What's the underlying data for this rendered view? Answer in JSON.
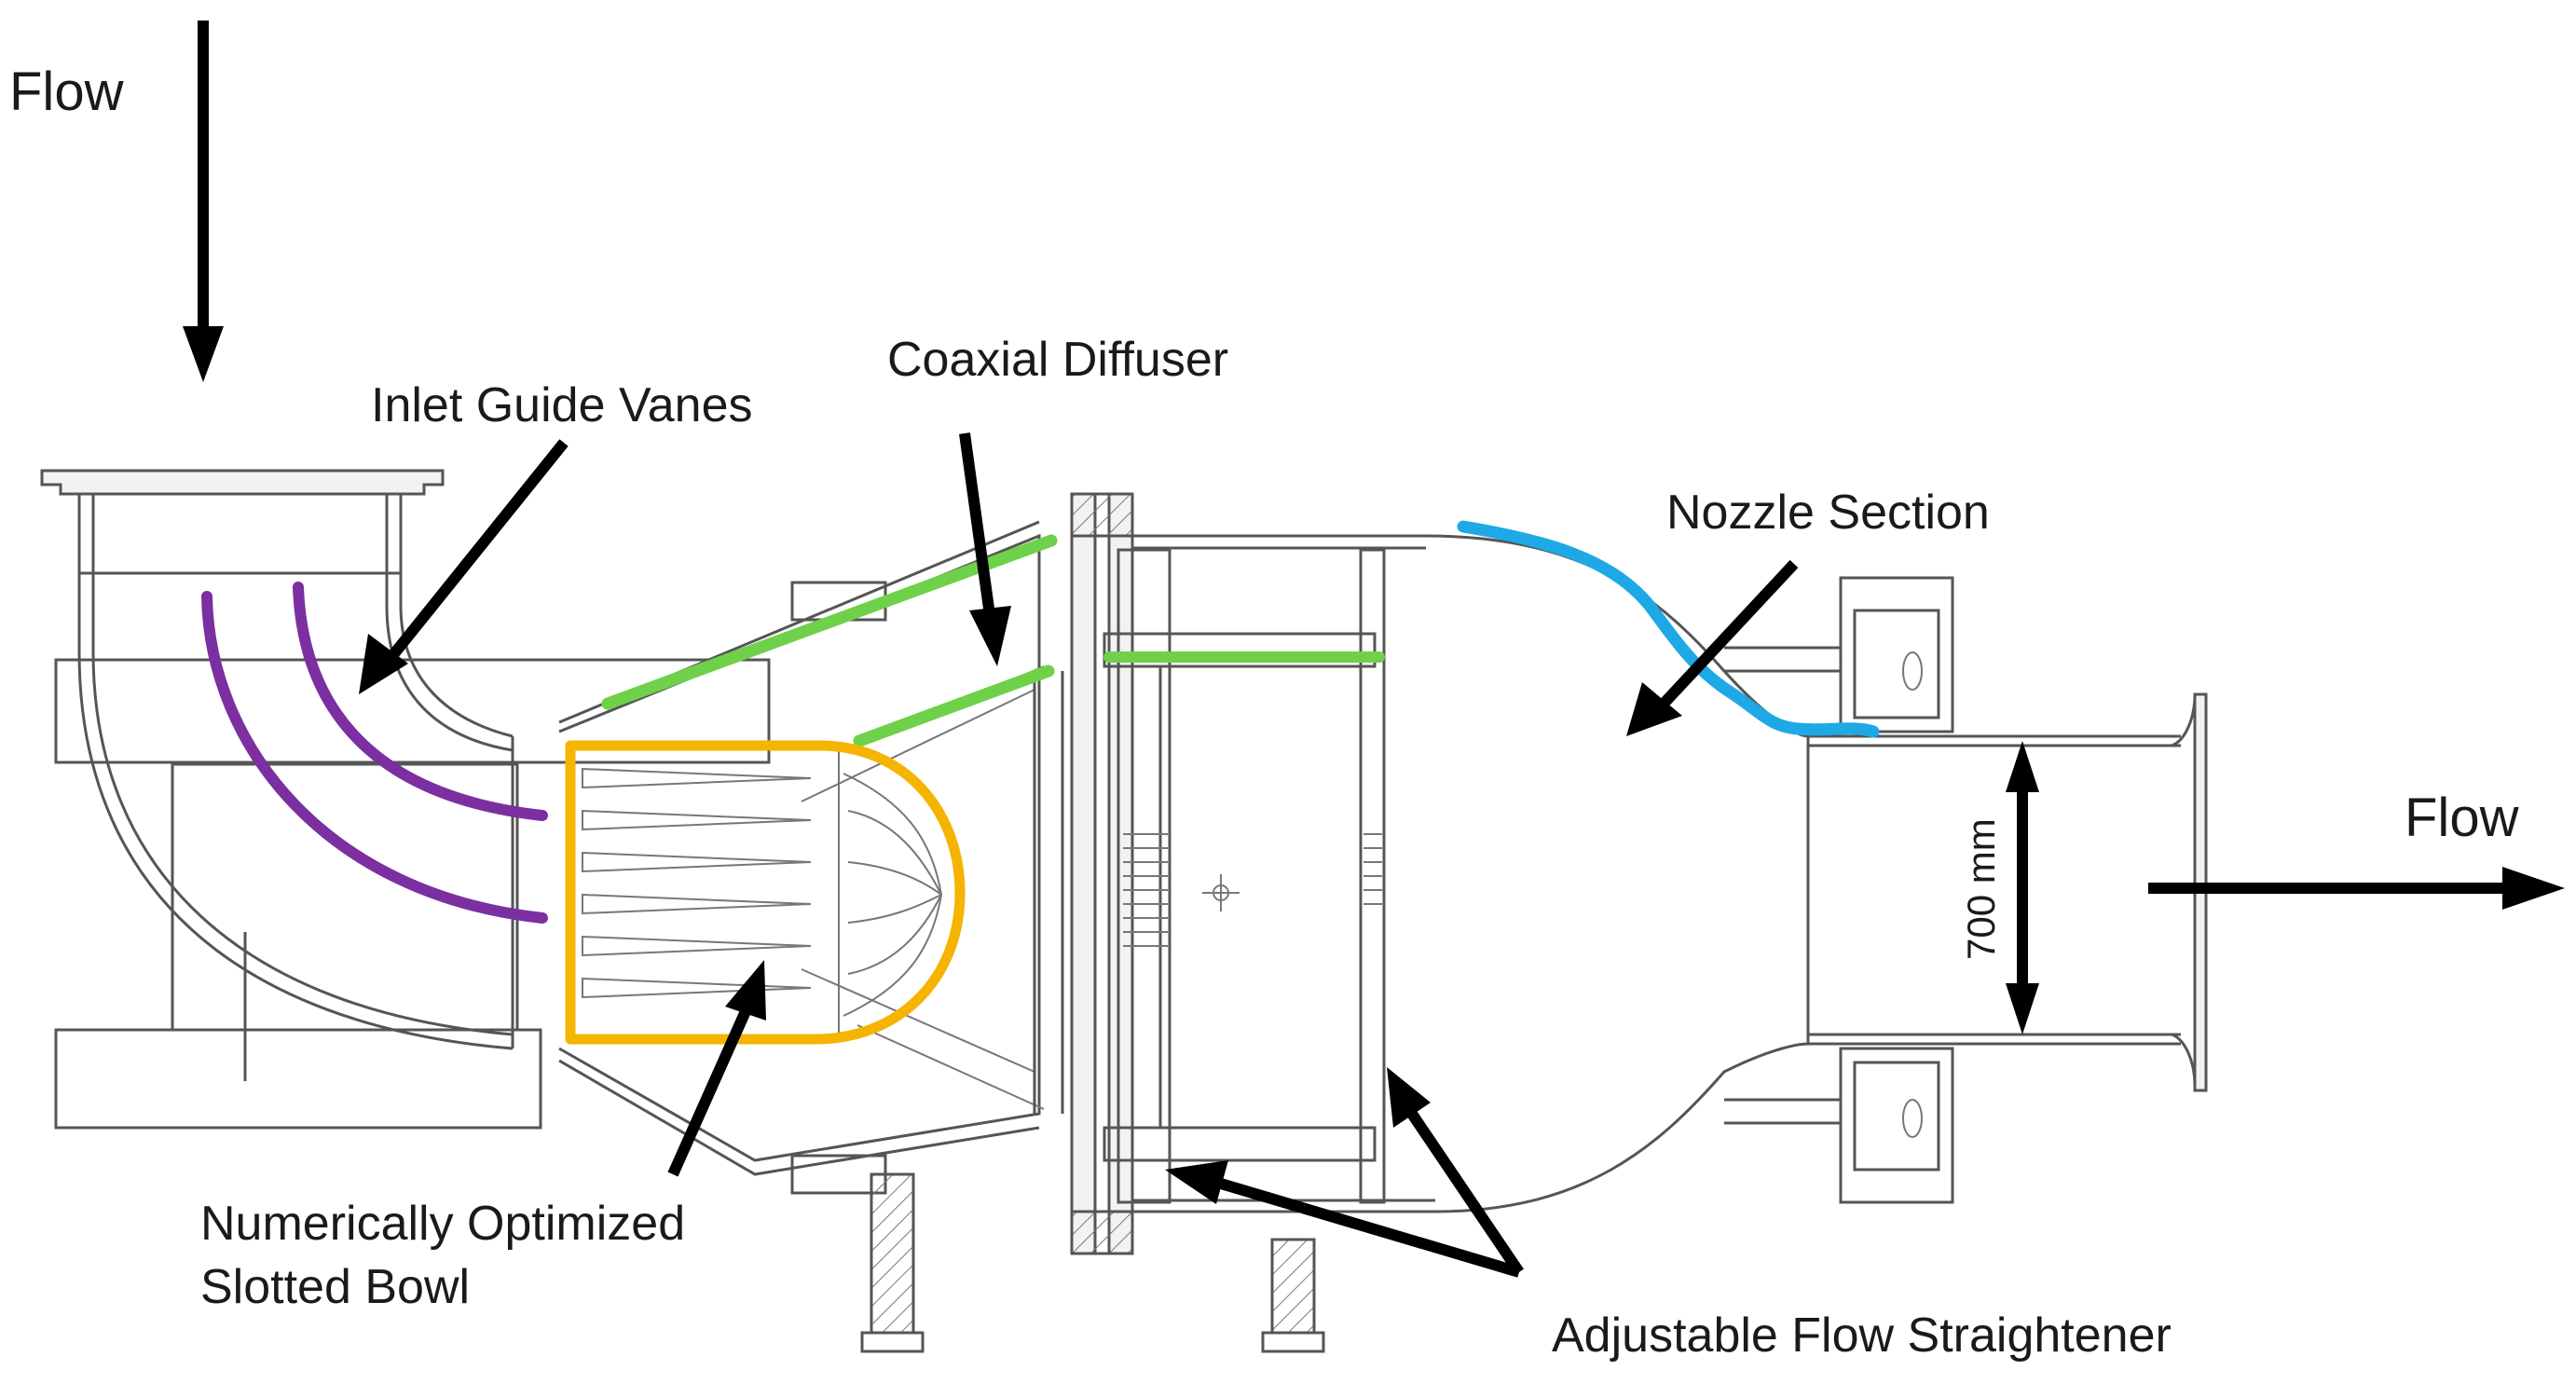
{
  "labels": {
    "flow_in": "Flow",
    "flow_out": "Flow",
    "inlet_guide_vanes": "Inlet Guide Vanes",
    "coaxial_diffuser": "Coaxial Diffuser",
    "nozzle_section": "Nozzle Section",
    "slotted_bowl_line1": "Numerically Optimized",
    "slotted_bowl_line2": "Slotted Bowl",
    "flow_straightener": "Adjustable Flow Straightener",
    "dimension": "700 mm"
  },
  "colors": {
    "guide_vanes": "#7b2fa0",
    "diffuser": "#6fd14a",
    "bowl": "#f5b400",
    "nozzle": "#1ea9e6",
    "arrows": "#000000"
  }
}
